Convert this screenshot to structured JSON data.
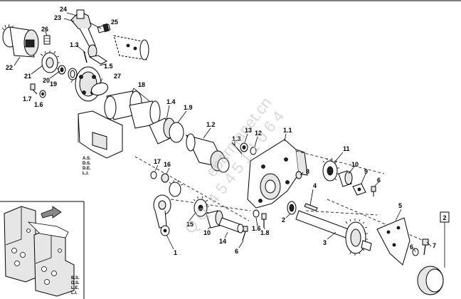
{
  "diagram": {
    "labels": {
      "l24": "24",
      "l23": "23",
      "l25": "25",
      "l26": "26",
      "l13a": "1.3",
      "l15a": "1.5",
      "l22": "22",
      "l21": "21",
      "l20": "20",
      "l19": "19",
      "l27": "27",
      "l18": "18",
      "l17a": "1.7",
      "l16a": "1.6",
      "l14a": "1.4",
      "l19b": "1.9",
      "l12": "1.2",
      "l13": "13",
      "l12b": "12",
      "l11": "1.1",
      "l17": "17",
      "l16": "16",
      "l15": "15",
      "l10a": "10",
      "l14": "14",
      "l6a": "6",
      "l1": "1",
      "l16b": "1.6",
      "l18b": "1.8",
      "l2": "2",
      "l8": "8",
      "l4": "4",
      "l11b": "11",
      "l10b": "10",
      "l9": "9",
      "l6b": "6",
      "l5": "5",
      "l3": "3",
      "l6c": "6",
      "l7": "7",
      "box2": "2"
    },
    "variant_codes_mid": [
      "A.S.",
      "D.S.",
      "D.E.",
      "L.I."
    ],
    "variant_codes_inset": [
      "B.S.",
      "D.S.",
      "L.E.",
      "L.I."
    ],
    "watermark": "Q Q: 4 5 4 5 1 1 0 6 4",
    "watermark2": "eparmanet.cn"
  }
}
